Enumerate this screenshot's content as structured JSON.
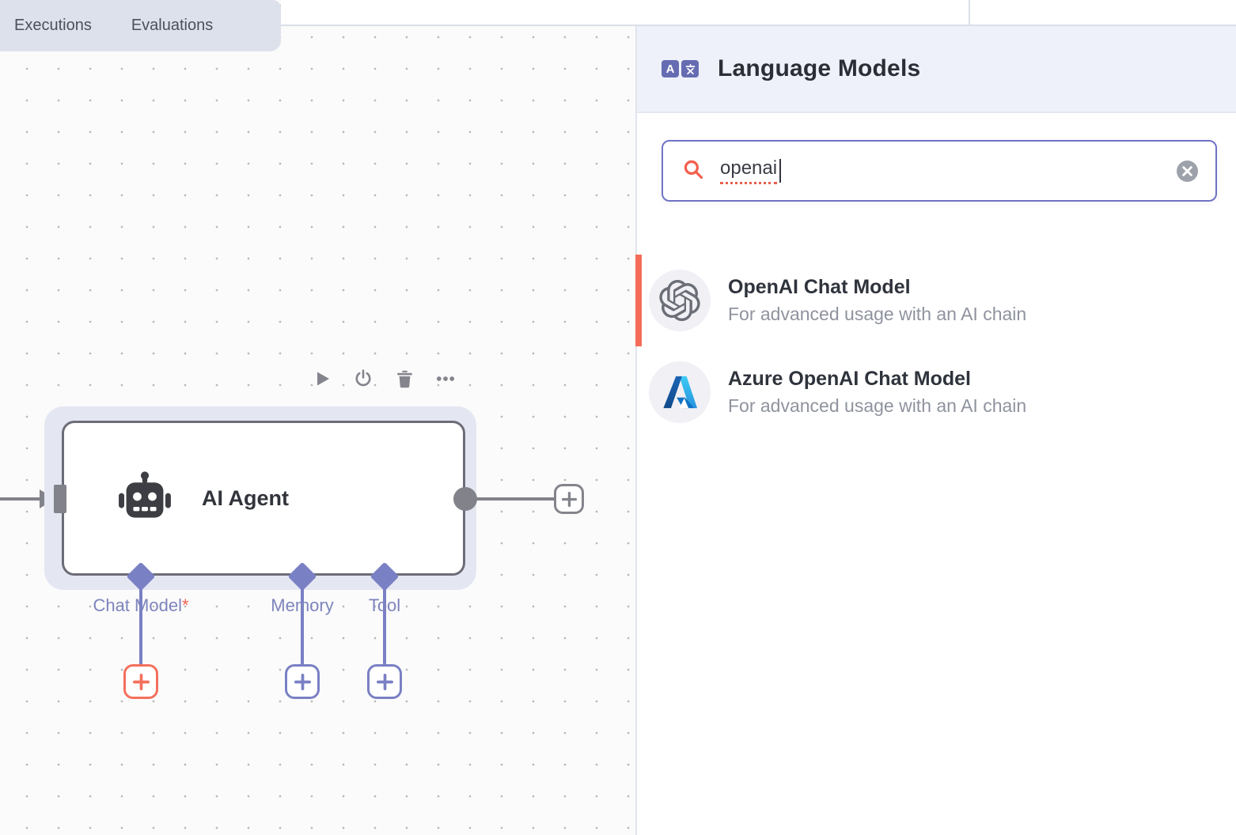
{
  "tab_bar": {
    "tabs": [
      {
        "label": "Executions"
      },
      {
        "label": "Evaluations"
      }
    ]
  },
  "canvas": {
    "node": {
      "title": "AI Agent",
      "ports": [
        {
          "label": "Chat Model",
          "marker": "*"
        },
        {
          "label": "Memory",
          "marker": ""
        },
        {
          "label": "Tool",
          "marker": ""
        }
      ]
    }
  },
  "panel": {
    "title": "Language Models",
    "search": {
      "value": "openai"
    },
    "results": [
      {
        "title": "OpenAI Chat Model",
        "subtitle": "For advanced usage with an AI chain"
      },
      {
        "title": "Azure OpenAI Chat Model",
        "subtitle": "For advanced usage with an AI chain"
      }
    ]
  },
  "colors": {
    "accent_coral": "#f4705d",
    "indigo": "#7a80c4",
    "node_border": "#6d6d77",
    "panel_header_bg": "#eef1fa",
    "search_border": "#6f73c4"
  }
}
